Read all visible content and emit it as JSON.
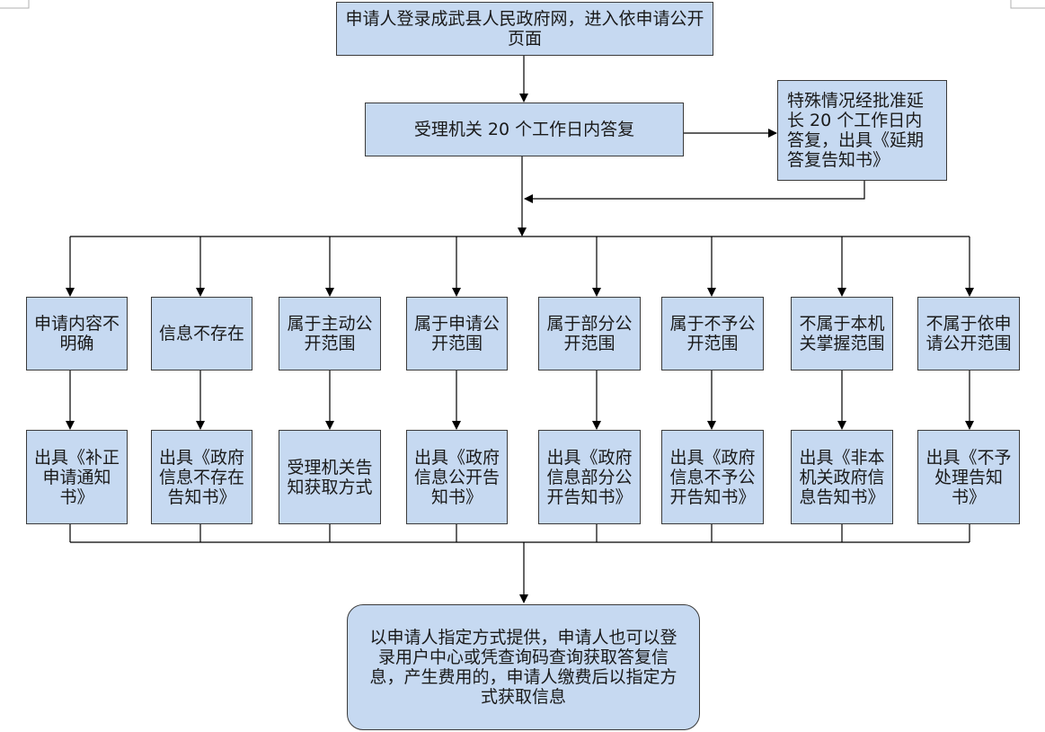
{
  "diagram": {
    "start": "申请人登录成武县人民政府网，进入依申请公开页面",
    "accept": "受理机关 20 个工作日内答复",
    "extension": "特殊情况经批准延长 20 个工作日内答复，出具《延期答复告知书》",
    "categories": [
      {
        "case": "申请内容不明确",
        "result": "出具《补正申请通知书》"
      },
      {
        "case": "信息不存在",
        "result": "出具《政府信息不存在告知书》"
      },
      {
        "case": "属于主动公开范围",
        "result": "受理机关告知获取方式"
      },
      {
        "case": "属于申请公开范围",
        "result": "出具《政府信息公开告知书》"
      },
      {
        "case": "属于部分公开范围",
        "result": "出具《政府信息部分公开告知书》"
      },
      {
        "case": "属于不予公开范围",
        "result": "出具《政府信息不予公开告知书》"
      },
      {
        "case": "不属于本机关掌握范围",
        "result": "出具《非本机关政府信息告知书》"
      },
      {
        "case": "不属于依申请公开范围",
        "result": "出具《不予处理告知书》"
      }
    ],
    "final": "以申请人指定方式提供，申请人也可以登录用户中心或凭查询码查询获取答复信息，产生费用的，申请人缴费后以指定方式获取信息"
  }
}
